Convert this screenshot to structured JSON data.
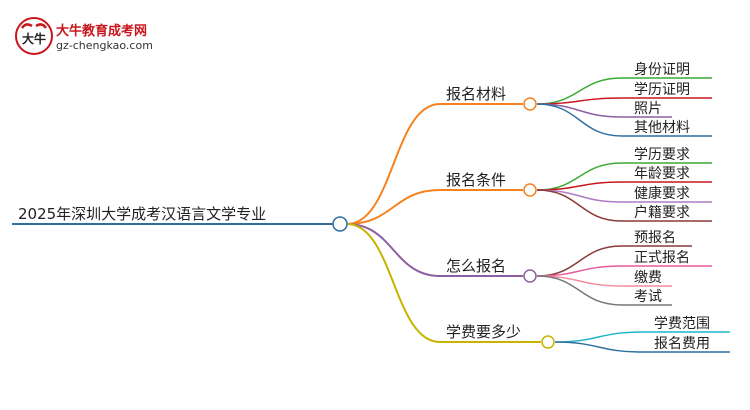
{
  "logo": {
    "site_name": "大牛教育成考网",
    "url": "gz-chengkao.com",
    "icon_text": "大牛"
  },
  "root": {
    "label": "2025年深圳大学成考汉语言文学专业",
    "color": "#2f6f9f"
  },
  "branches": [
    {
      "label": "报名材料",
      "color": "#f5821f",
      "children": [
        {
          "label": "身份证明",
          "color": "#3aaa35"
        },
        {
          "label": "学历证明",
          "color": "#c8161d"
        },
        {
          "label": "照片",
          "color": "#8e5ea2"
        },
        {
          "label": "其他材料",
          "color": "#2f6f9f"
        }
      ]
    },
    {
      "label": "报名条件",
      "color": "#f5821f",
      "children": [
        {
          "label": "学历要求",
          "color": "#3aaa35"
        },
        {
          "label": "年龄要求",
          "color": "#c8161d"
        },
        {
          "label": "健康要求",
          "color": "#b07cc6"
        },
        {
          "label": "户籍要求",
          "color": "#8b3a3a"
        }
      ]
    },
    {
      "label": "怎么报名",
      "color": "#8e5ea2",
      "children": [
        {
          "label": "预报名",
          "color": "#8b3a3a"
        },
        {
          "label": "正式报名",
          "color": "#e85aa0"
        },
        {
          "label": "缴费",
          "color": "#f08ca0"
        },
        {
          "label": "考试",
          "color": "#777777"
        }
      ]
    },
    {
      "label": "学费要多少",
      "color": "#c8b400",
      "children": [
        {
          "label": "学费范围",
          "color": "#1fb5c8"
        },
        {
          "label": "报名费用",
          "color": "#2f6f9f"
        }
      ]
    }
  ]
}
